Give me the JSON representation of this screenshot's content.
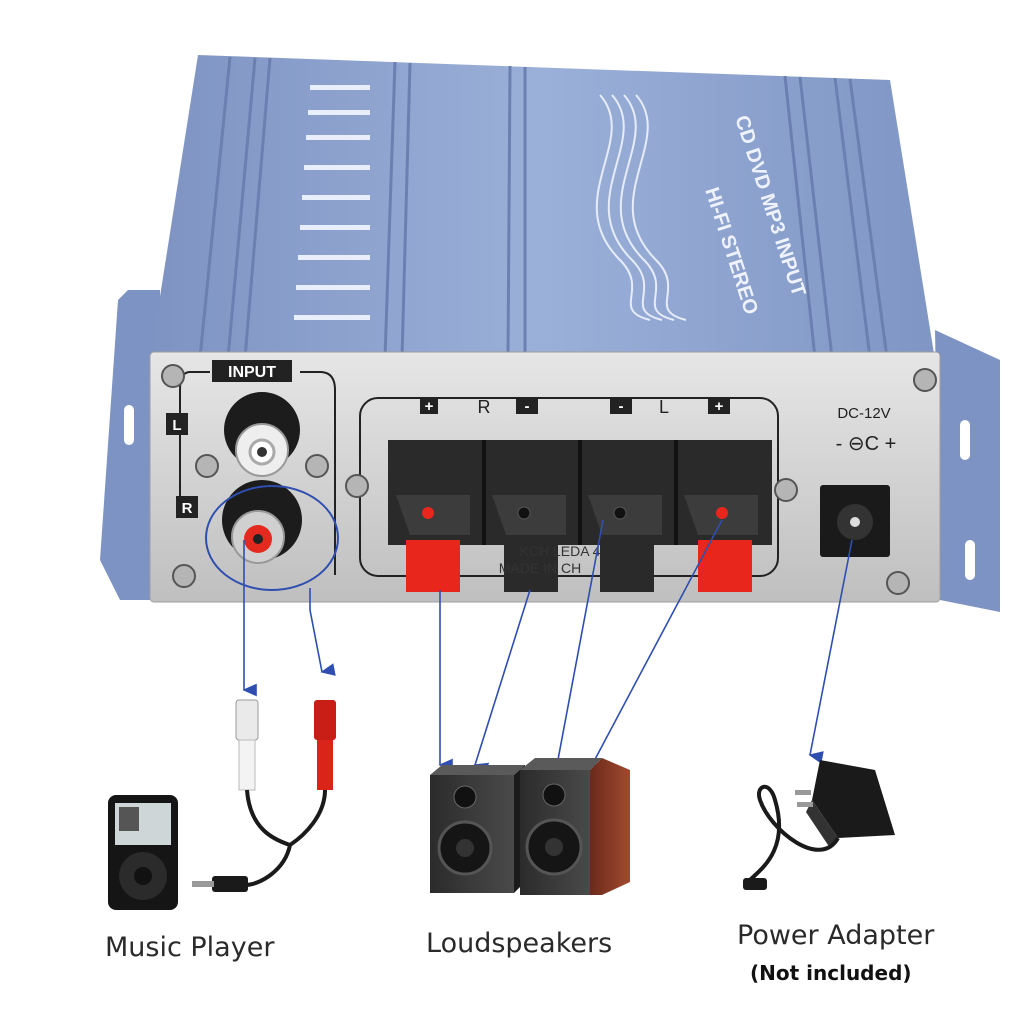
{
  "amplifier": {
    "top_text_line1": "CD DVD MP3 INPUT",
    "top_text_line2": "HI-FI STEREO",
    "input_label": "INPUT",
    "channel_left": "L",
    "channel_right": "R",
    "terminal_labels": [
      "+",
      "R",
      "-",
      "-",
      "L",
      "+"
    ],
    "dc_label": "DC-12V",
    "dc_polarity": "- ⊖C +",
    "panel_print_line1": "KCH  LEDA  4",
    "panel_print_line2": "MADE IN CH",
    "body_color": "#8fa3cc",
    "panel_color": "#d8d8d8",
    "wire_color": "#2f4fb0"
  },
  "devices": {
    "music_player": {
      "label": "Music Player"
    },
    "loudspeakers": {
      "label": "Loudspeakers"
    },
    "power_adapter": {
      "label": "Power Adapter",
      "note": "(Not included)"
    }
  }
}
